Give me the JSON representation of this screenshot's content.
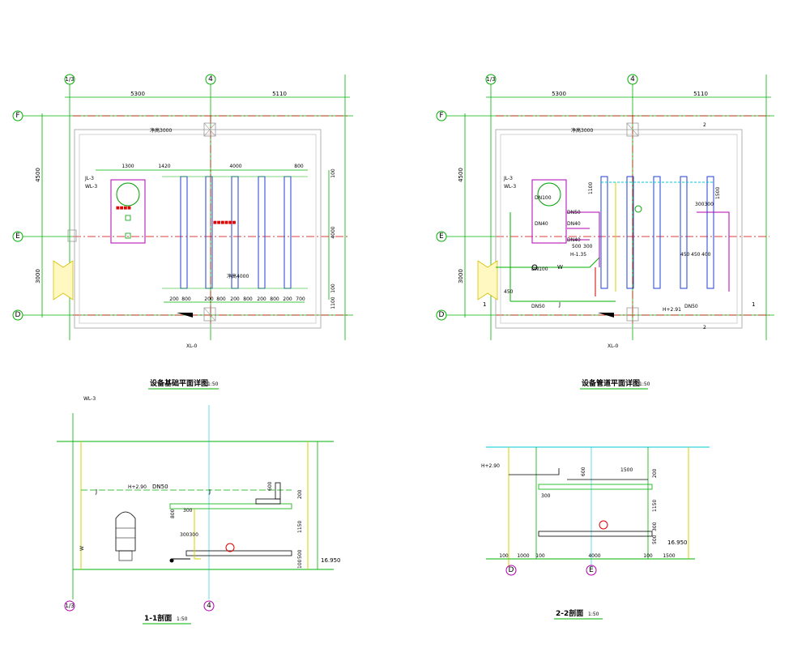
{
  "colors": {
    "grid_green": "#00b000",
    "axis_red": "#d00000",
    "pipe_blue": "#2040d0",
    "pipe_magenta": "#b000b0",
    "label_red": "#e00000",
    "cyan": "#00c8d8",
    "yellow": "#d8d000",
    "wall": "#b0b0b0"
  },
  "plan1": {
    "title": "设备基础平面详图",
    "scale": "1:50",
    "axis_top_left": "1/3",
    "axis_top_mid": "4",
    "axis_left_top": "F",
    "axis_left_mid": "E",
    "axis_left_bot": "D",
    "dim_top_a": "5300",
    "dim_top_b": "5110",
    "dim_left_a": "4500",
    "dim_left_b": "3000",
    "dim_equip_a": "1300",
    "dim_equip_b": "1420",
    "dim_equip_c": "4000",
    "dim_equip_d": "800",
    "dim_right_a": "100",
    "dim_right_b": "4000",
    "dim_right_c": "100",
    "dim_right_d": "1100",
    "dims_bottom": [
      "200",
      "800",
      "200",
      "800",
      "200",
      "800",
      "200",
      "800",
      "200",
      "700"
    ],
    "label_pipe1": "JL-3",
    "label_pipe2": "WL-3",
    "label_bottom": "XL-0",
    "label_net_top": "净高3000",
    "label_net_mid": "净高4000"
  },
  "plan2": {
    "title": "设备管道平面详图",
    "scale": "1:50",
    "axis_top_left": "1/3",
    "axis_top_mid": "4",
    "axis_left_top": "F",
    "axis_left_mid": "E",
    "axis_left_bot": "D",
    "dim_top_a": "5300",
    "dim_top_b": "5110",
    "dim_left_a": "4500",
    "dim_left_b": "3000",
    "label_pipe1": "JL-3",
    "label_pipe2": "WL-3",
    "label_bottom": "XL-0",
    "label_net": "净高3000",
    "labels_dn": [
      "DN100",
      "DN50",
      "DN40",
      "DN40",
      "DN40",
      "DN100",
      "DN50",
      "DN50"
    ],
    "label_w": "W",
    "label_j": "J",
    "dim_500": "500",
    "dim_300": "300",
    "dim_1100": "1100",
    "dim_450a": "450",
    "dim_450b": "450",
    "dim_400": "400",
    "dim_1500": "1500",
    "dim_300300": "300300",
    "dim_450": "450",
    "elev_h": "H-1.35",
    "elev_h2": "H+2.91",
    "mark_1a": "1",
    "mark_1b": "1",
    "mark_2a": "2",
    "mark_2b": "2"
  },
  "section1": {
    "title": "1-1剖面",
    "scale": "1:50",
    "label_pipe": "WL-3",
    "label_dn50": "DN50",
    "label_j": "J",
    "label_w": "W",
    "elev": "H+2.90",
    "elev_right": "16.950",
    "axis_left": "1/3",
    "axis_right": "4",
    "dim_800": "800",
    "dim_300a": "300",
    "dim_300300": "300300",
    "dim_600": "600",
    "dim_200": "200",
    "dim_1150": "1150",
    "dim_500": "500",
    "dim_100": "100"
  },
  "section2": {
    "title": "2-2剖面",
    "scale": "1:50",
    "elev": "H+2.90",
    "elev_right": "16.950",
    "axis_left": "D",
    "axis_right": "E",
    "dims_bottom": [
      "100",
      "1000",
      "100",
      "4000",
      "100",
      "1500"
    ],
    "dim_1500": "1500",
    "dim_600": "600",
    "dim_300": "300",
    "dim_200": "200",
    "dim_1150": "1150",
    "dim_300b": "300",
    "dim_500": "500"
  }
}
